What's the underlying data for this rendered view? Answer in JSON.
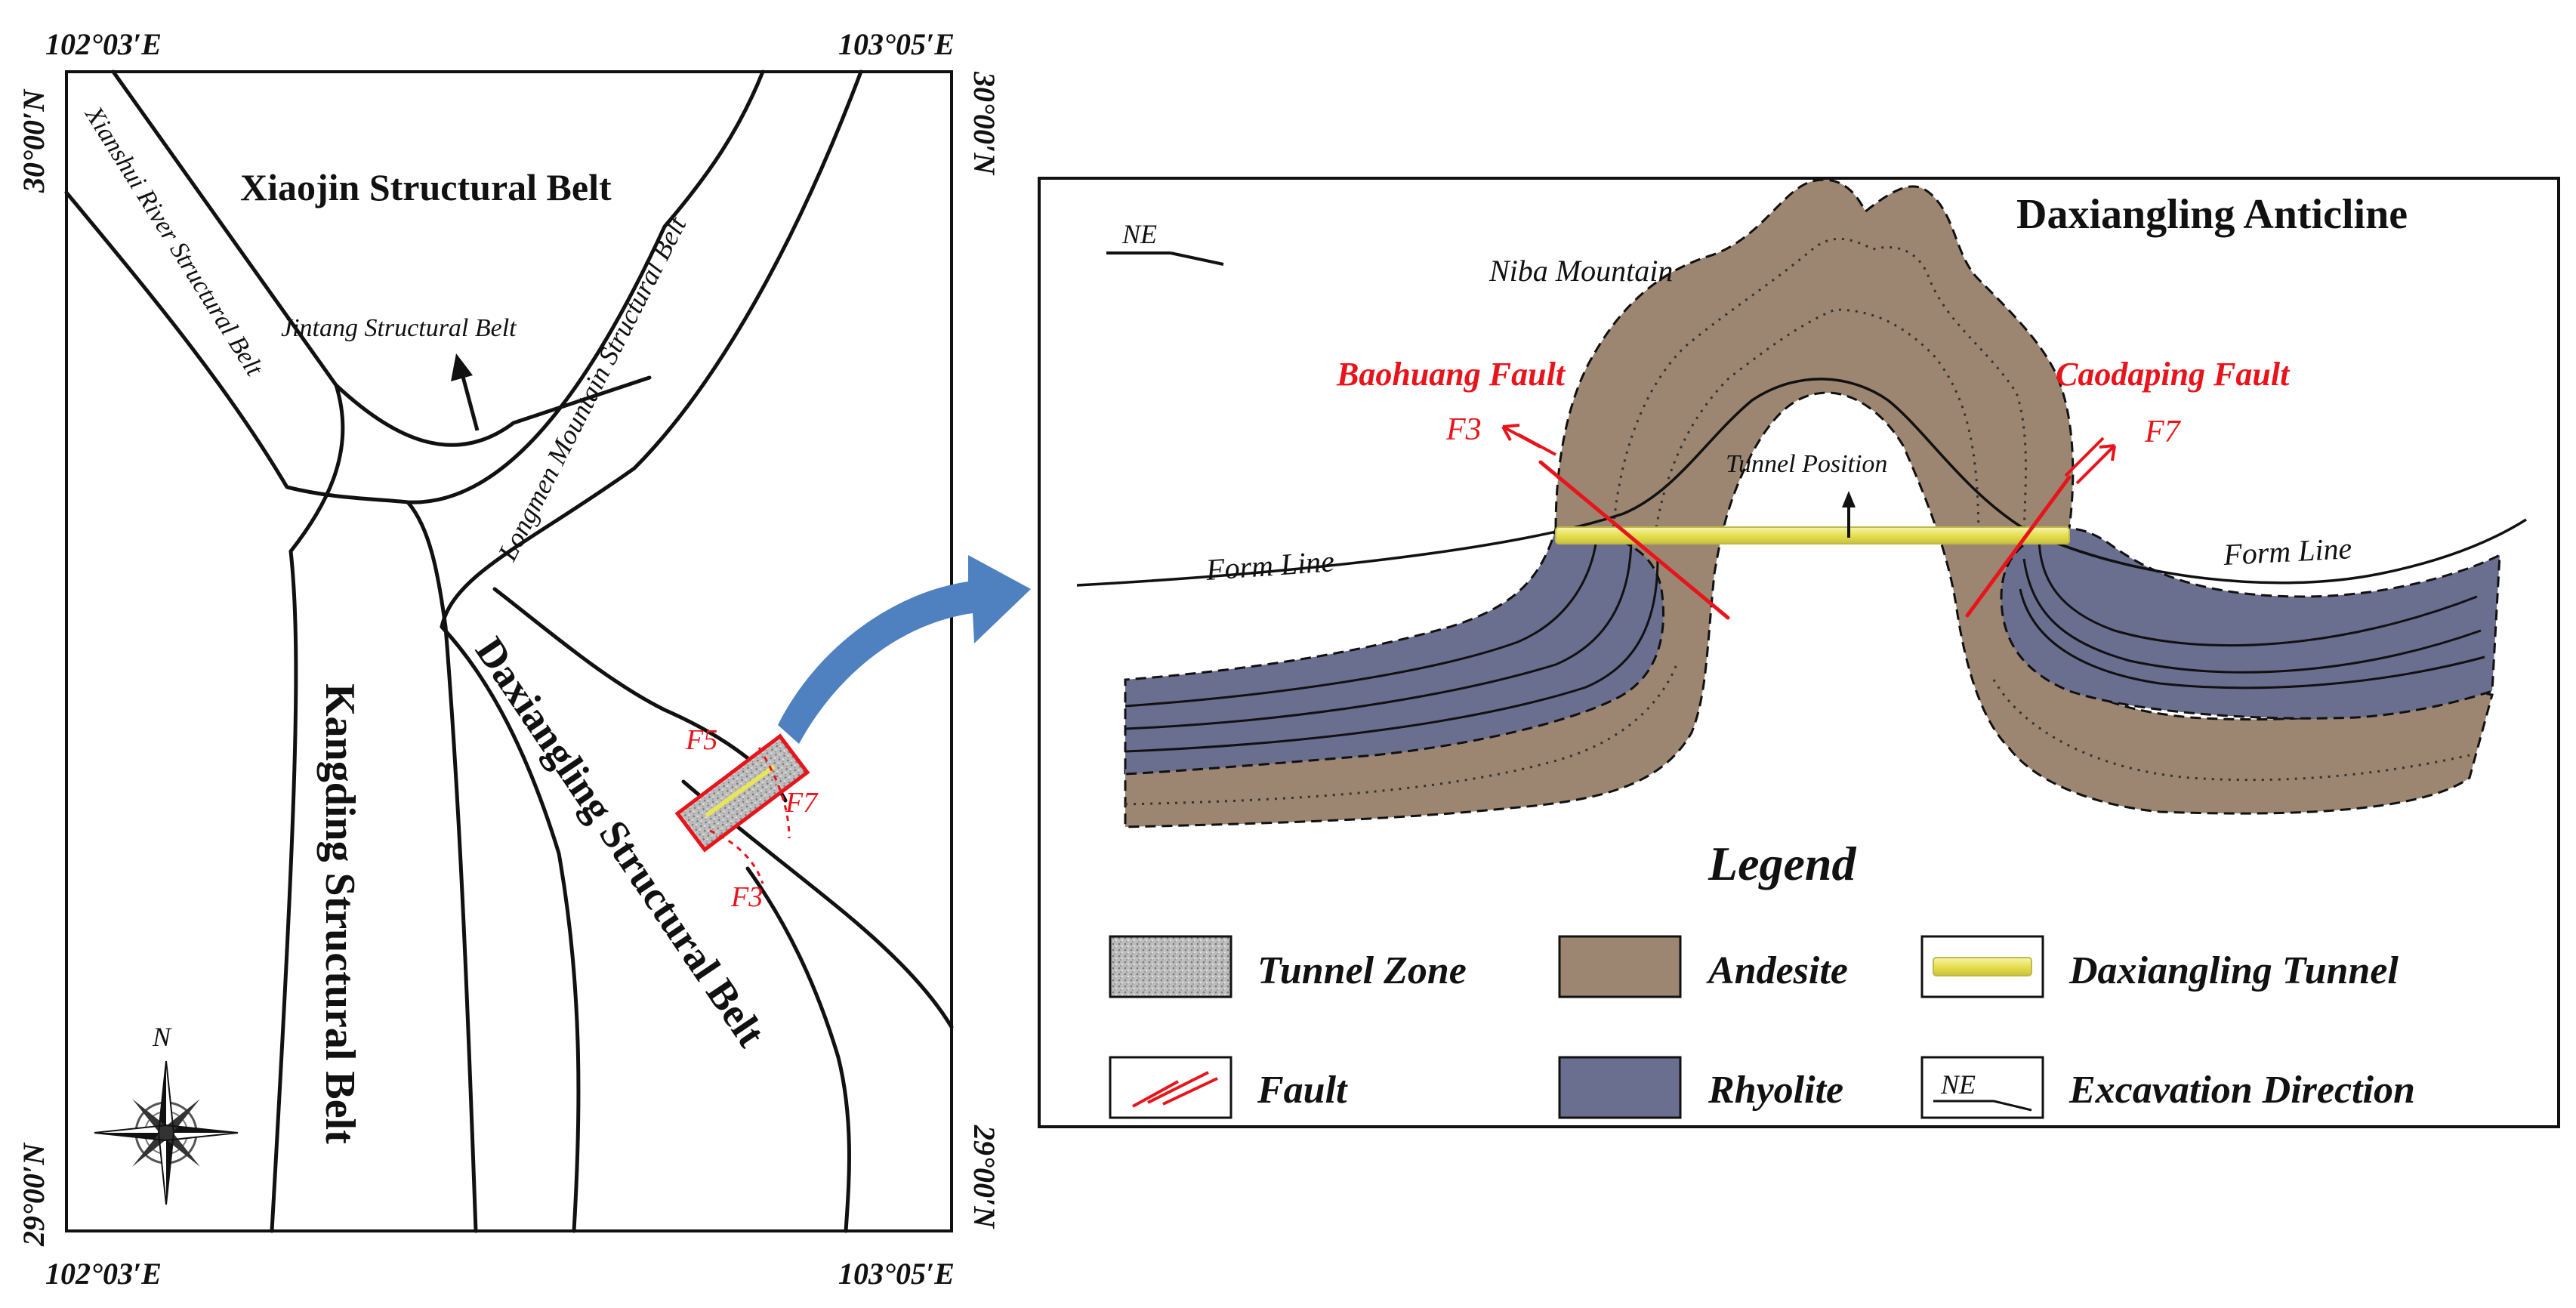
{
  "map": {
    "coords": {
      "top_left": "102°03′E",
      "top_right": "103°05′E",
      "bottom_left": "102°03′E",
      "bottom_right": "103°05′E",
      "left_top": "30°00′N",
      "left_bottom": "29°00′N",
      "right_top": "30°00′N",
      "right_bottom": "29°00′N"
    },
    "labels": {
      "xiaojin": "Xiaojin Structural Belt",
      "xianshui": "Xianshui River Structural Belt",
      "jintang": "Jintang Structural Belt",
      "longmen": "Longmen Mountain Structural Belt",
      "daxiangling": "Daxiangling Structural Belt",
      "kangding": "Kangding Structural Belt"
    },
    "faults": {
      "f5": "F5",
      "f7": "F7",
      "f3": "F3"
    },
    "compass_label": "N"
  },
  "section": {
    "title": "Daxiangling Anticline",
    "direction": "NE",
    "niba": "Niba Mountain",
    "baohuang": "Baohuang Fault",
    "caodaping": "Caodaping Fault",
    "f3": "F3",
    "f7": "F7",
    "tunnel_position": "Tunnel Position",
    "form_line_left": "Form Line",
    "form_line_right": "Form Line"
  },
  "legend": {
    "title": "Legend",
    "items": {
      "tunnel_zone": "Tunnel Zone",
      "andesite": "Andesite",
      "daxiangling_tunnel": "Daxiangling Tunnel",
      "fault": "Fault",
      "rhyolite": "Rhyolite",
      "ne": "NE",
      "excavation": "Excavation Direction"
    }
  },
  "colors": {
    "andesite": "#9c8671",
    "rhyolite": "#6a6e8f",
    "fault": "#e8141b",
    "tunnel": "#e9e55a",
    "arrow": "#4f80c0"
  }
}
